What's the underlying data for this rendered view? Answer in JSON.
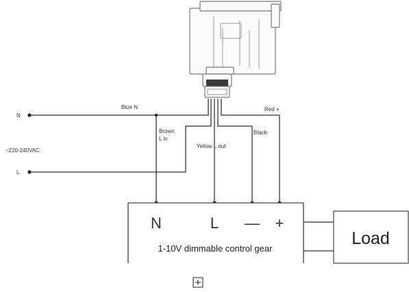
{
  "mains": {
    "neutral_label": "N",
    "live_label": "L",
    "voltage_label": "~220-240VAC"
  },
  "wires": {
    "blue": "Blue N",
    "brown_line1": "Brown",
    "brown_line2": "L in",
    "yellow": "Yellow L out",
    "black": "Black-",
    "red": "Red +"
  },
  "control_gear": {
    "terminals": {
      "n": "N",
      "l": "L",
      "minus": "—",
      "plus": "+"
    },
    "title": "1-10V dimmable control gear"
  },
  "load": {
    "label": "Load"
  },
  "expand_button_glyph": "⊞"
}
